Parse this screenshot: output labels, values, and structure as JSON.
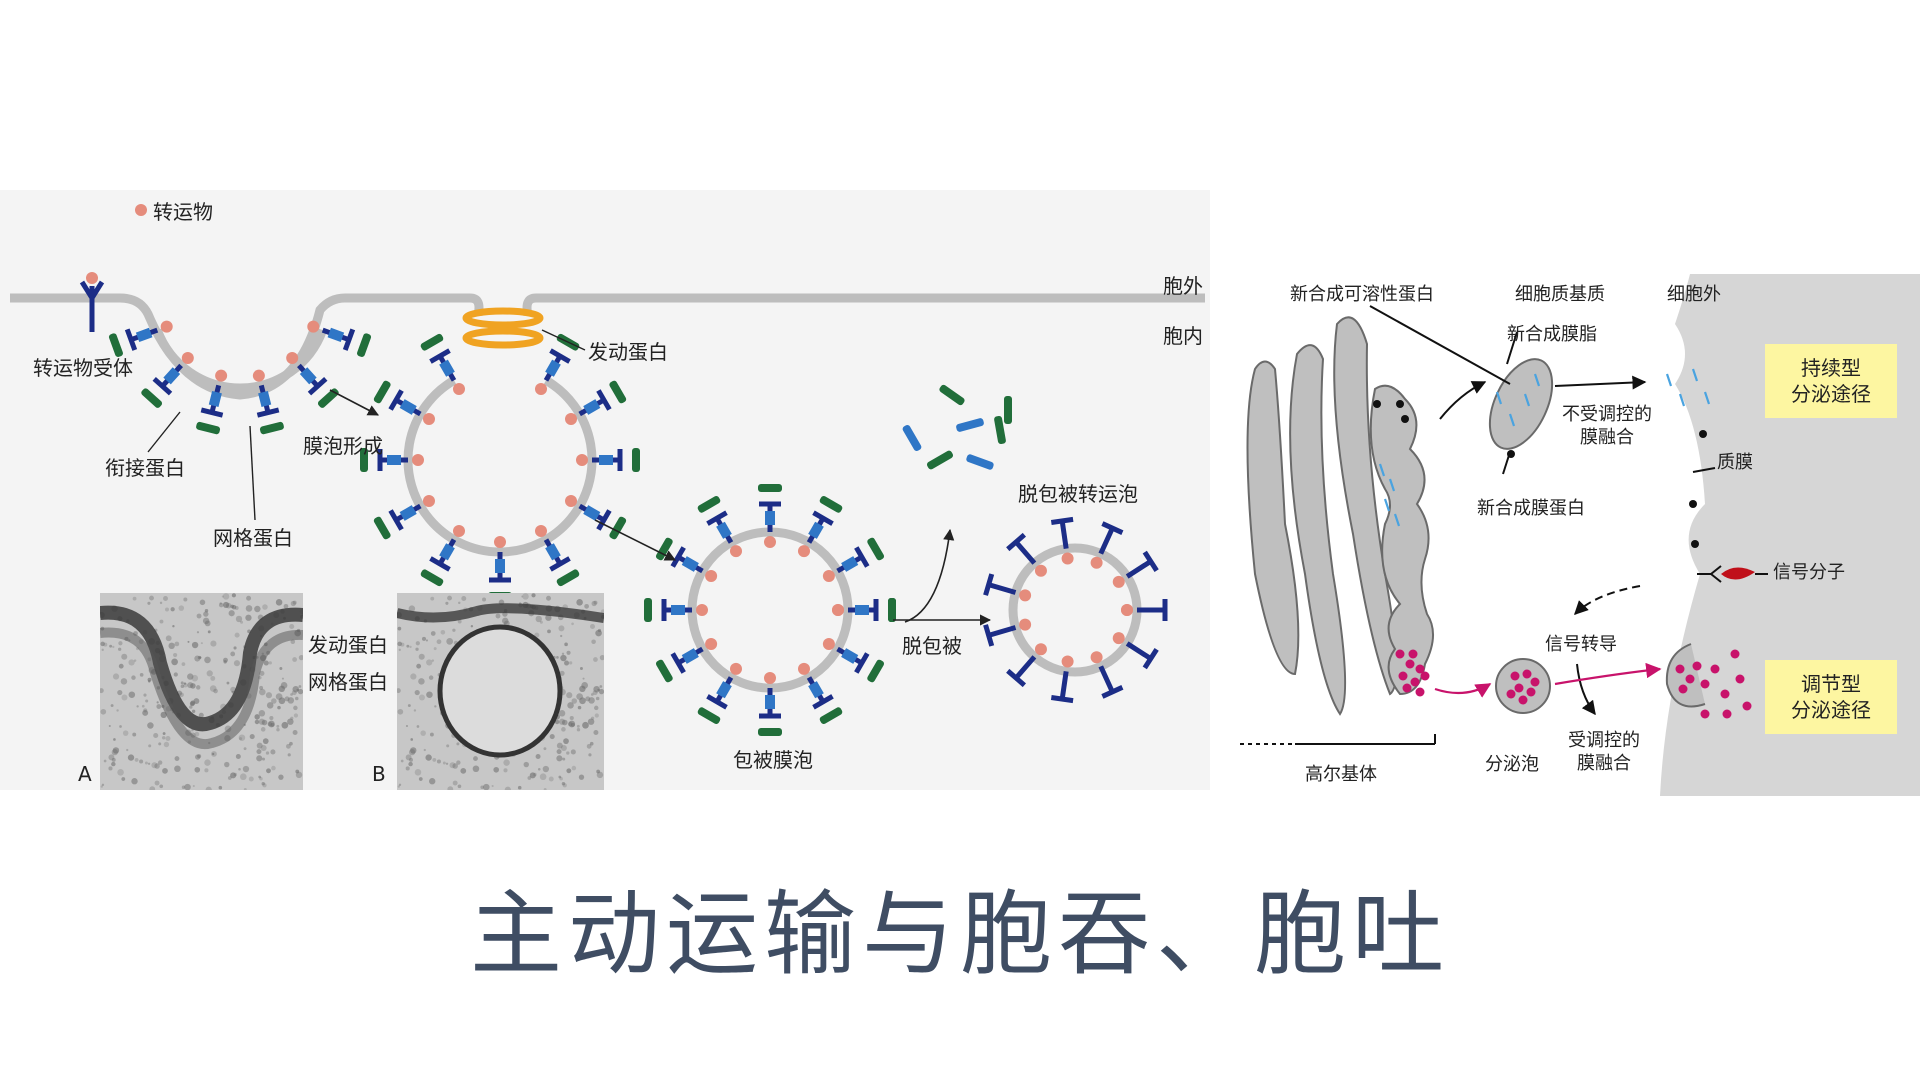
{
  "title": "主动运输与胞吞、胞吐",
  "left_figure": {
    "legend": "转运物",
    "labels": {
      "extracellular": "胞外",
      "intracellular": "胞内",
      "receptor": "转运物受体",
      "dynamin": "发动蛋白",
      "adaptin": "衔接蛋白",
      "clathrin": "网格蛋白",
      "vesicle_formation": "膜泡形成",
      "coated_vesicle": "包被膜泡",
      "uncoating": "脱包被",
      "uncoated_vesicle": "脱包被转运泡",
      "micro_dynamin": "发动蛋白",
      "micro_clathrin": "网格蛋白",
      "panel_a": "A",
      "panel_b": "B"
    }
  },
  "right_figure": {
    "labels": {
      "new_soluble_protein": "新合成可溶性蛋白",
      "cytosol": "细胞质基质",
      "outside": "细胞外",
      "new_lipid": "新合成膜脂",
      "new_membrane_protein": "新合成膜蛋白",
      "unregulated_fusion_1": "不受调控的",
      "unregulated_fusion_2": "膜融合",
      "plasma_membrane": "质膜",
      "signal_molecule": "信号分子",
      "signal_transduction": "信号转导",
      "golgi": "高尔基体",
      "secretory_vesicle": "分泌泡",
      "regulated_fusion_1": "受调控的",
      "regulated_fusion_2": "膜融合"
    },
    "boxes": {
      "constitutive_1": "持续型",
      "constitutive_2": "分泌途径",
      "regulated_1": "调节型",
      "regulated_2": "分泌途径"
    }
  },
  "colors": {
    "clathrin_blue": "#1c2d87",
    "adaptin_blue": "#2f76c6",
    "coat_green": "#216e3a",
    "cargo_pink": "#e58c7c",
    "dynamin_orange": "#f0a322",
    "membrane_gray": "#bdbdbd",
    "secretion_magenta": "#c8136b",
    "yellow_box": "#fdf6a1",
    "title": "#3f4d63"
  }
}
